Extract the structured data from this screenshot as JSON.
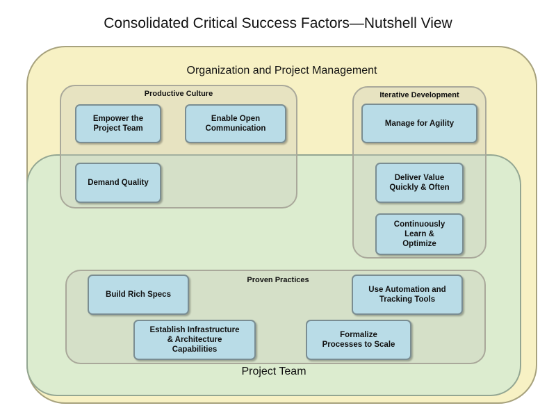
{
  "title": "Consolidated Critical Success Factors—Nutshell View",
  "organization": {
    "label": "Organization and Project Management",
    "productive_culture": {
      "label": "Productive Culture",
      "items": [
        "Empower the\nProject Team",
        "Enable Open\nCommunication",
        "Demand Quality"
      ]
    },
    "iterative_development": {
      "label": "Iterative Development",
      "items": [
        "Manage for Agility",
        "Deliver Value\nQuickly & Often",
        "Continuously\nLearn &\nOptimize"
      ]
    }
  },
  "project_team": {
    "label": "Project Team",
    "proven_practices": {
      "label": "Proven Practices",
      "items": [
        "Build Rich Specs",
        "Use Automation and\nTracking Tools",
        "Establish Infrastructure\n& Architecture\nCapabilities",
        "Formalize\nProcesses to Scale"
      ]
    }
  },
  "colors": {
    "organization_fill": "#f7f1c4",
    "project_team_fill": "#d5ead2",
    "box_fill": "#b9dce7"
  }
}
